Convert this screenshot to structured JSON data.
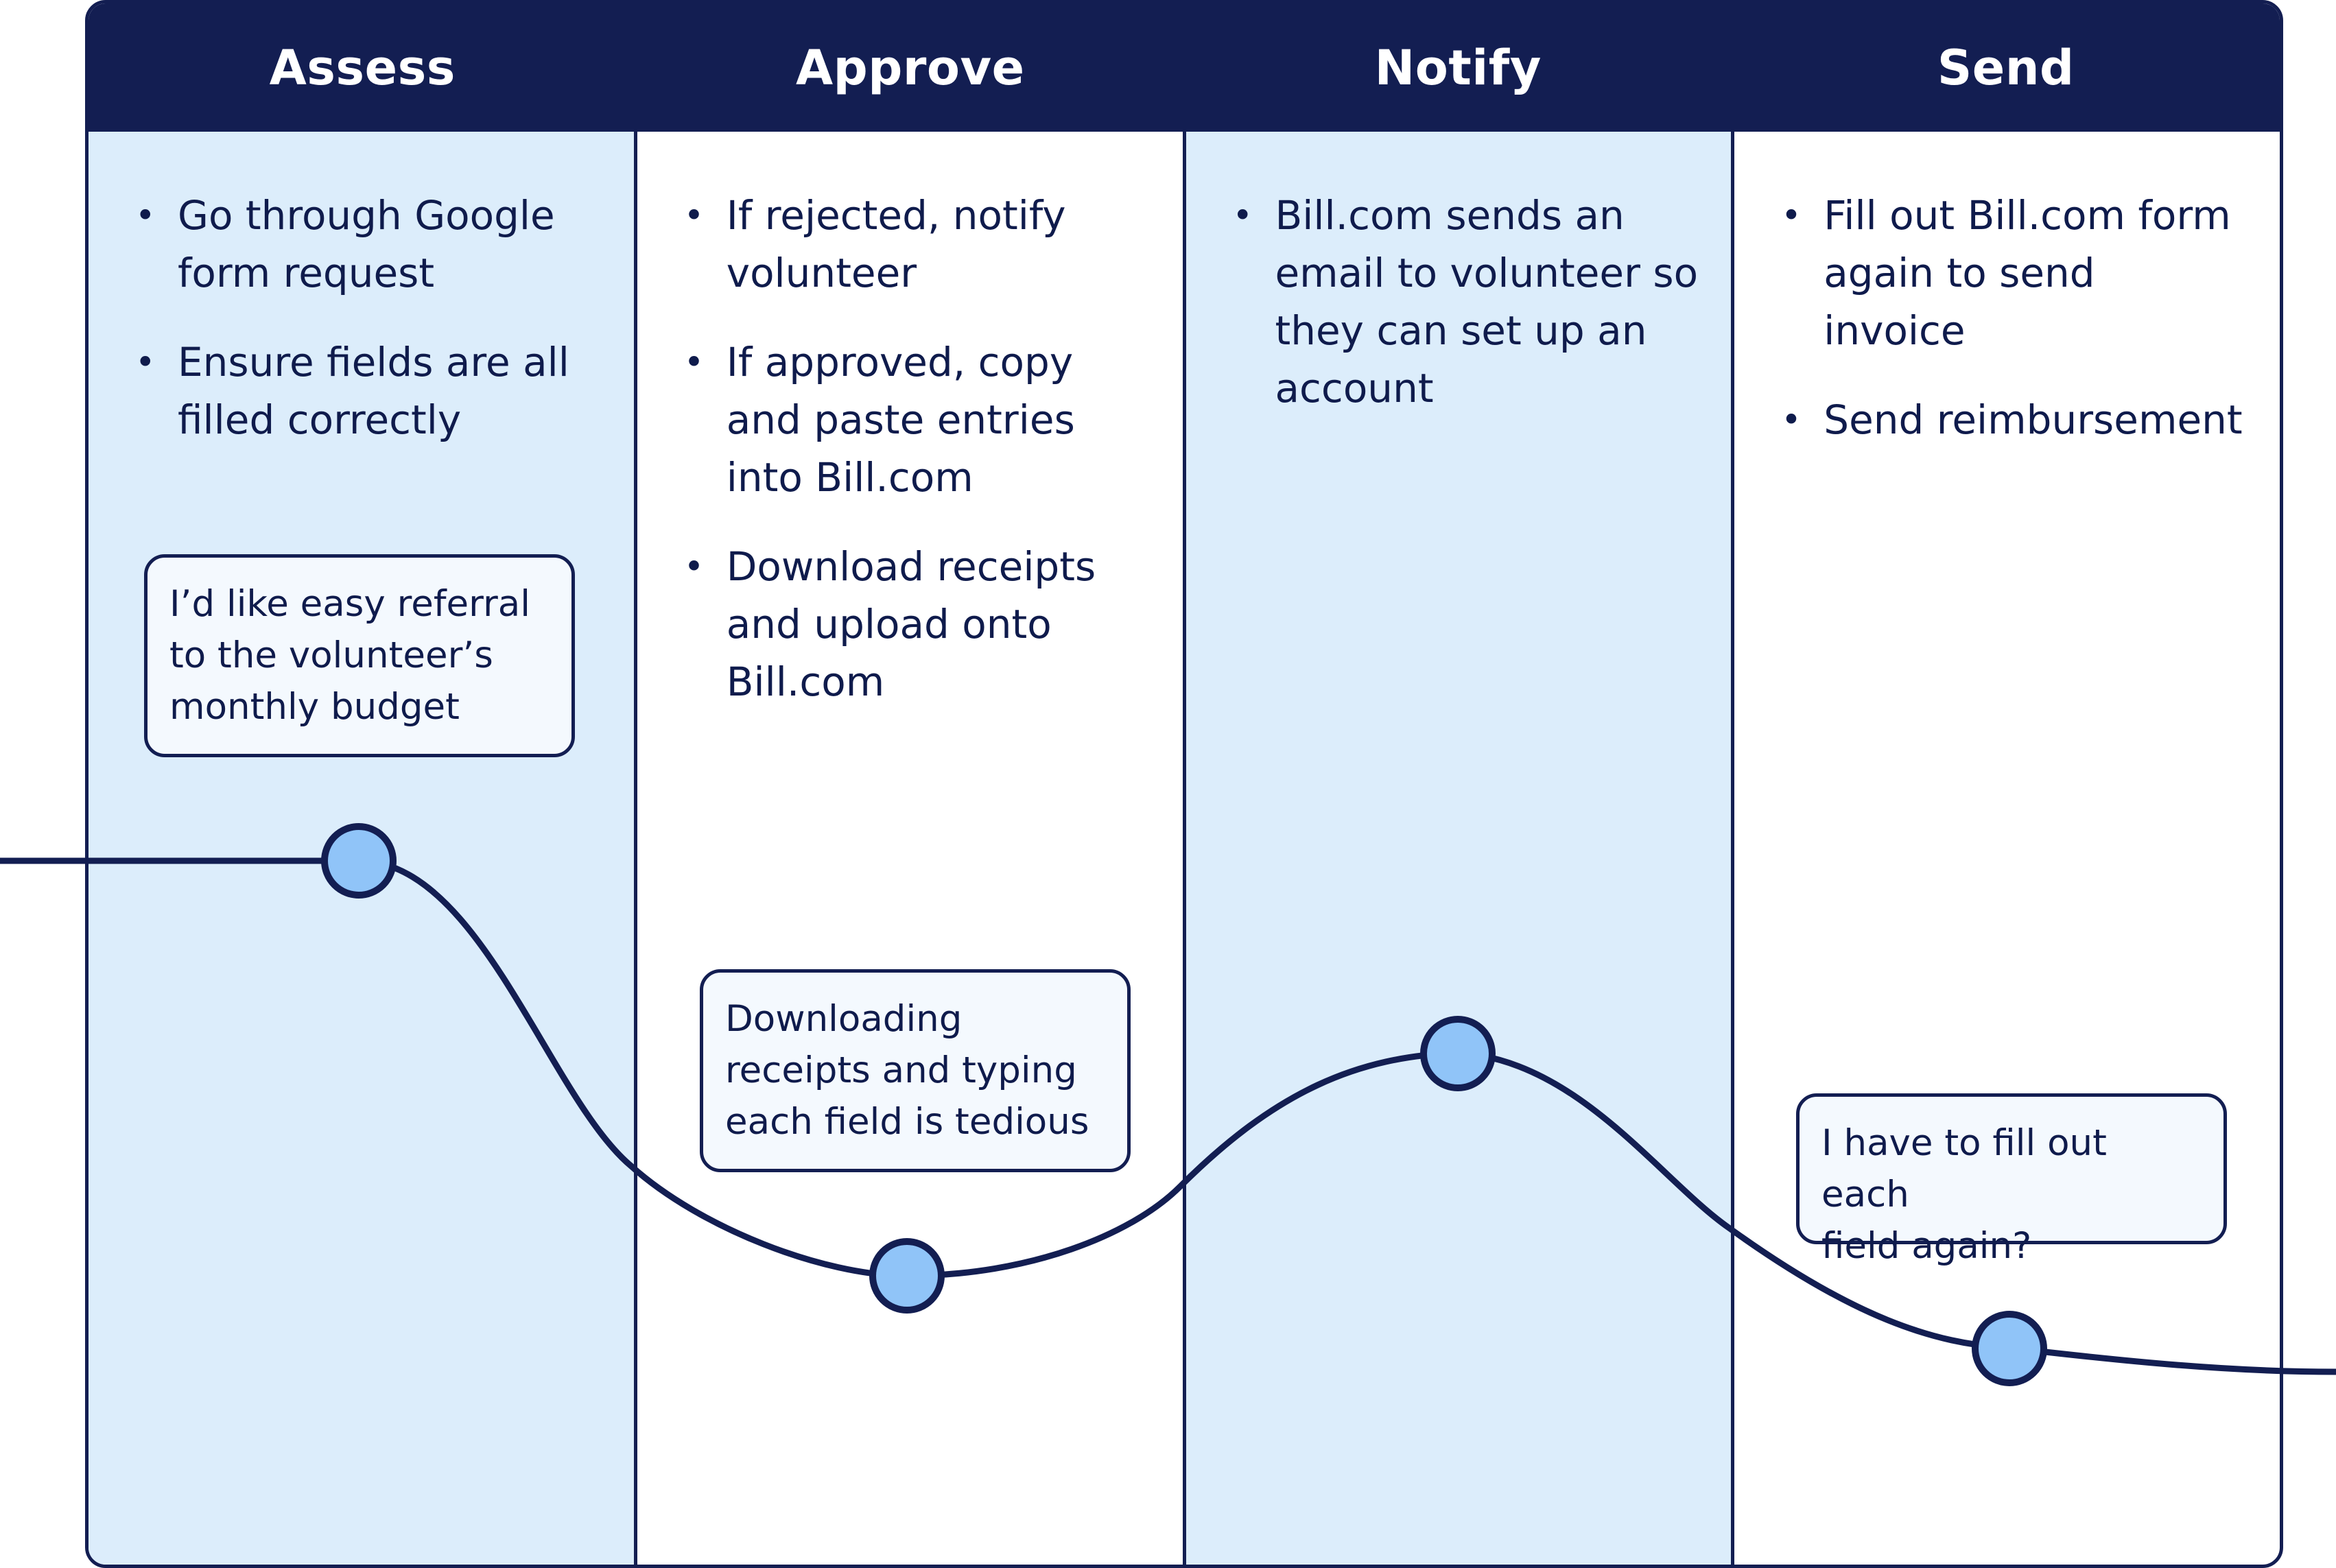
{
  "stages": [
    {
      "title": "Assess",
      "bullets": [
        "Go through Google\nform request",
        "Ensure fields are all\nfilled correctly"
      ],
      "note": "I’d like easy referral\nto the volunteer’s\nmonthly budget"
    },
    {
      "title": "Approve",
      "bullets": [
        "If rejected, notify\nvolunteer",
        "If approved, copy\nand paste entries\ninto Bill.com",
        "Download receipts\nand upload onto\nBill.com"
      ],
      "note": "Downloading\nreceipts and typing\neach field is tedious"
    },
    {
      "title": "Notify",
      "bullets": [
        "Bill.com sends an\nemail to volunteer so\nthey can set up an\naccount"
      ],
      "note": ""
    },
    {
      "title": "Send",
      "bullets": [
        "Fill out Bill.com form\nagain to send\ninvoice",
        "Send reimbursement"
      ],
      "note": "I have to fill out each\nfield again?"
    }
  ],
  "colors": {
    "navy": "#131e52",
    "light_blue": "#dcedfb",
    "node_fill": "#90c4f8"
  }
}
